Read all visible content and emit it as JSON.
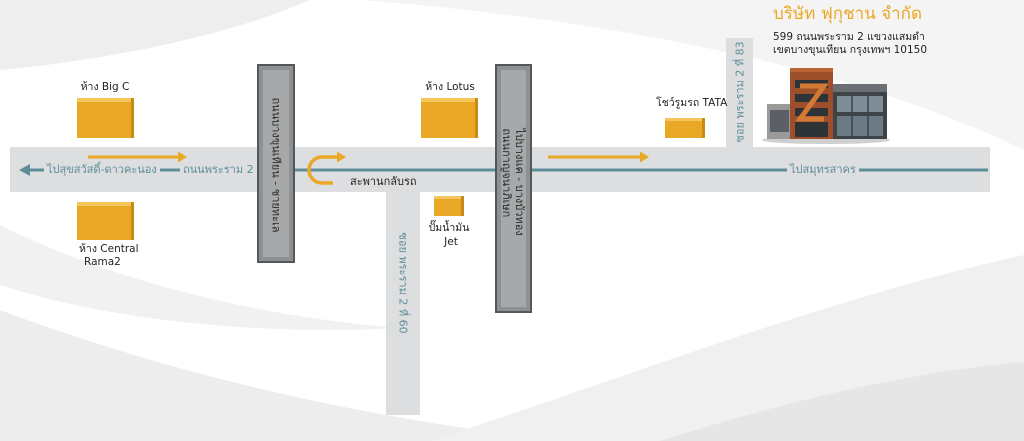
{
  "company": {
    "name": "บริษัท ฟุกุชาน จำกัด",
    "address_line1": "599 ถนนพระราม 2 แขวงแสมดำ",
    "address_line2": "เขตบางขุนเทียน กรุงเทพฯ 10150"
  },
  "main_road": {
    "name": "ถนนพระราม 2",
    "direction_left": "ไปสุขสวัสดิ์-ดาวคะนอง",
    "direction_right": "ไปสมุทรสาคร",
    "uturn_label": "สะพานกลับรถ"
  },
  "cross_roads": {
    "bangkhuntien": "ถนนบางขุนเทียน - ชายทะเล",
    "kanchanaphisek_direction": "ไปบางแค - บางบัวทอง",
    "kanchanaphisek_name": "ถนนกาญจนาภิเษก",
    "soi_60": "ซอย พระราม 2 ที่ 60",
    "soi_83": "ซอย พระราม 2 ที่ 83"
  },
  "landmarks": {
    "big_c": "ห้าง Big C",
    "central_line1": "ห้าง Central",
    "central_line2": "Rama2",
    "lotus": "ห้าง Lotus",
    "jet_line1": "ปั๊มน้ำมัน",
    "jet_line2": "Jet",
    "tata": "โชว์รูมรถ TATA"
  },
  "icons": {
    "route_direction": "arrow-left-icon",
    "travel_direction": "arrow-right-icon",
    "uturn": "u-turn-arrow-icon",
    "landmark": "landmark-box-icon",
    "company": "company-building-icon"
  },
  "colors": {
    "accent_orange": "#e9a825",
    "route_teal": "#5f8e9a",
    "road_light": "#dcdedf",
    "road_dark": "#a6a8aa"
  }
}
